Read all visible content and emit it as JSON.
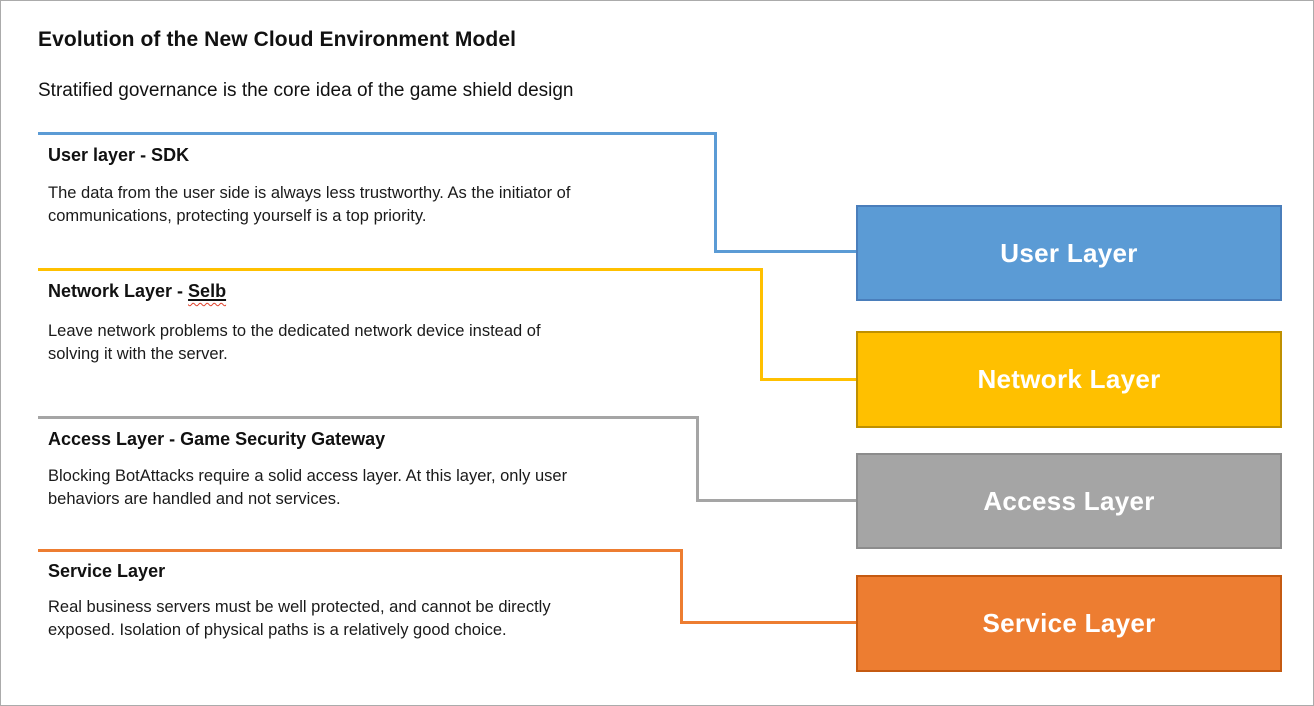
{
  "page": {
    "title": "Evolution of the New Cloud Environment Model",
    "subtitle": "Stratified governance is the core idea of the game shield design"
  },
  "sections": [
    {
      "id": "user-layer",
      "heading": "User layer - SDK",
      "body": "The data from the user side is always less trustworthy. As the initiator of\ncommunications, protecting yourself is a top priority.",
      "box_label": "User Layer",
      "color": "#5B9BD5",
      "border_color": "#4A7EBB"
    },
    {
      "id": "network-layer",
      "heading_prefix": "Network Layer - ",
      "heading_underlined": "Selb",
      "body": "Leave network problems to the dedicated network device instead of\nsolving it with the server.",
      "box_label": "Network Layer",
      "color": "#FFC000",
      "border_color": "#BF9000",
      "spellcheck_squiggle_color": "#E0402A"
    },
    {
      "id": "access-layer",
      "heading": "Access Layer - Game Security Gateway",
      "body": "Blocking BotAttacks require a solid access layer. At this layer, only user\nbehaviors are handled and not services.",
      "box_label": "Access Layer",
      "color": "#A5A5A5",
      "border_color": "#8C8C8C"
    },
    {
      "id": "service-layer",
      "heading": "Service Layer",
      "body": "Real business servers must be well protected, and cannot be directly\nexposed. Isolation of physical paths is a relatively good choice.",
      "box_label": "Service Layer",
      "color": "#ED7D31",
      "border_color": "#C55A11"
    }
  ],
  "frame": {
    "border_color": "#ABABAB",
    "background_color": "#FFFFFF"
  }
}
